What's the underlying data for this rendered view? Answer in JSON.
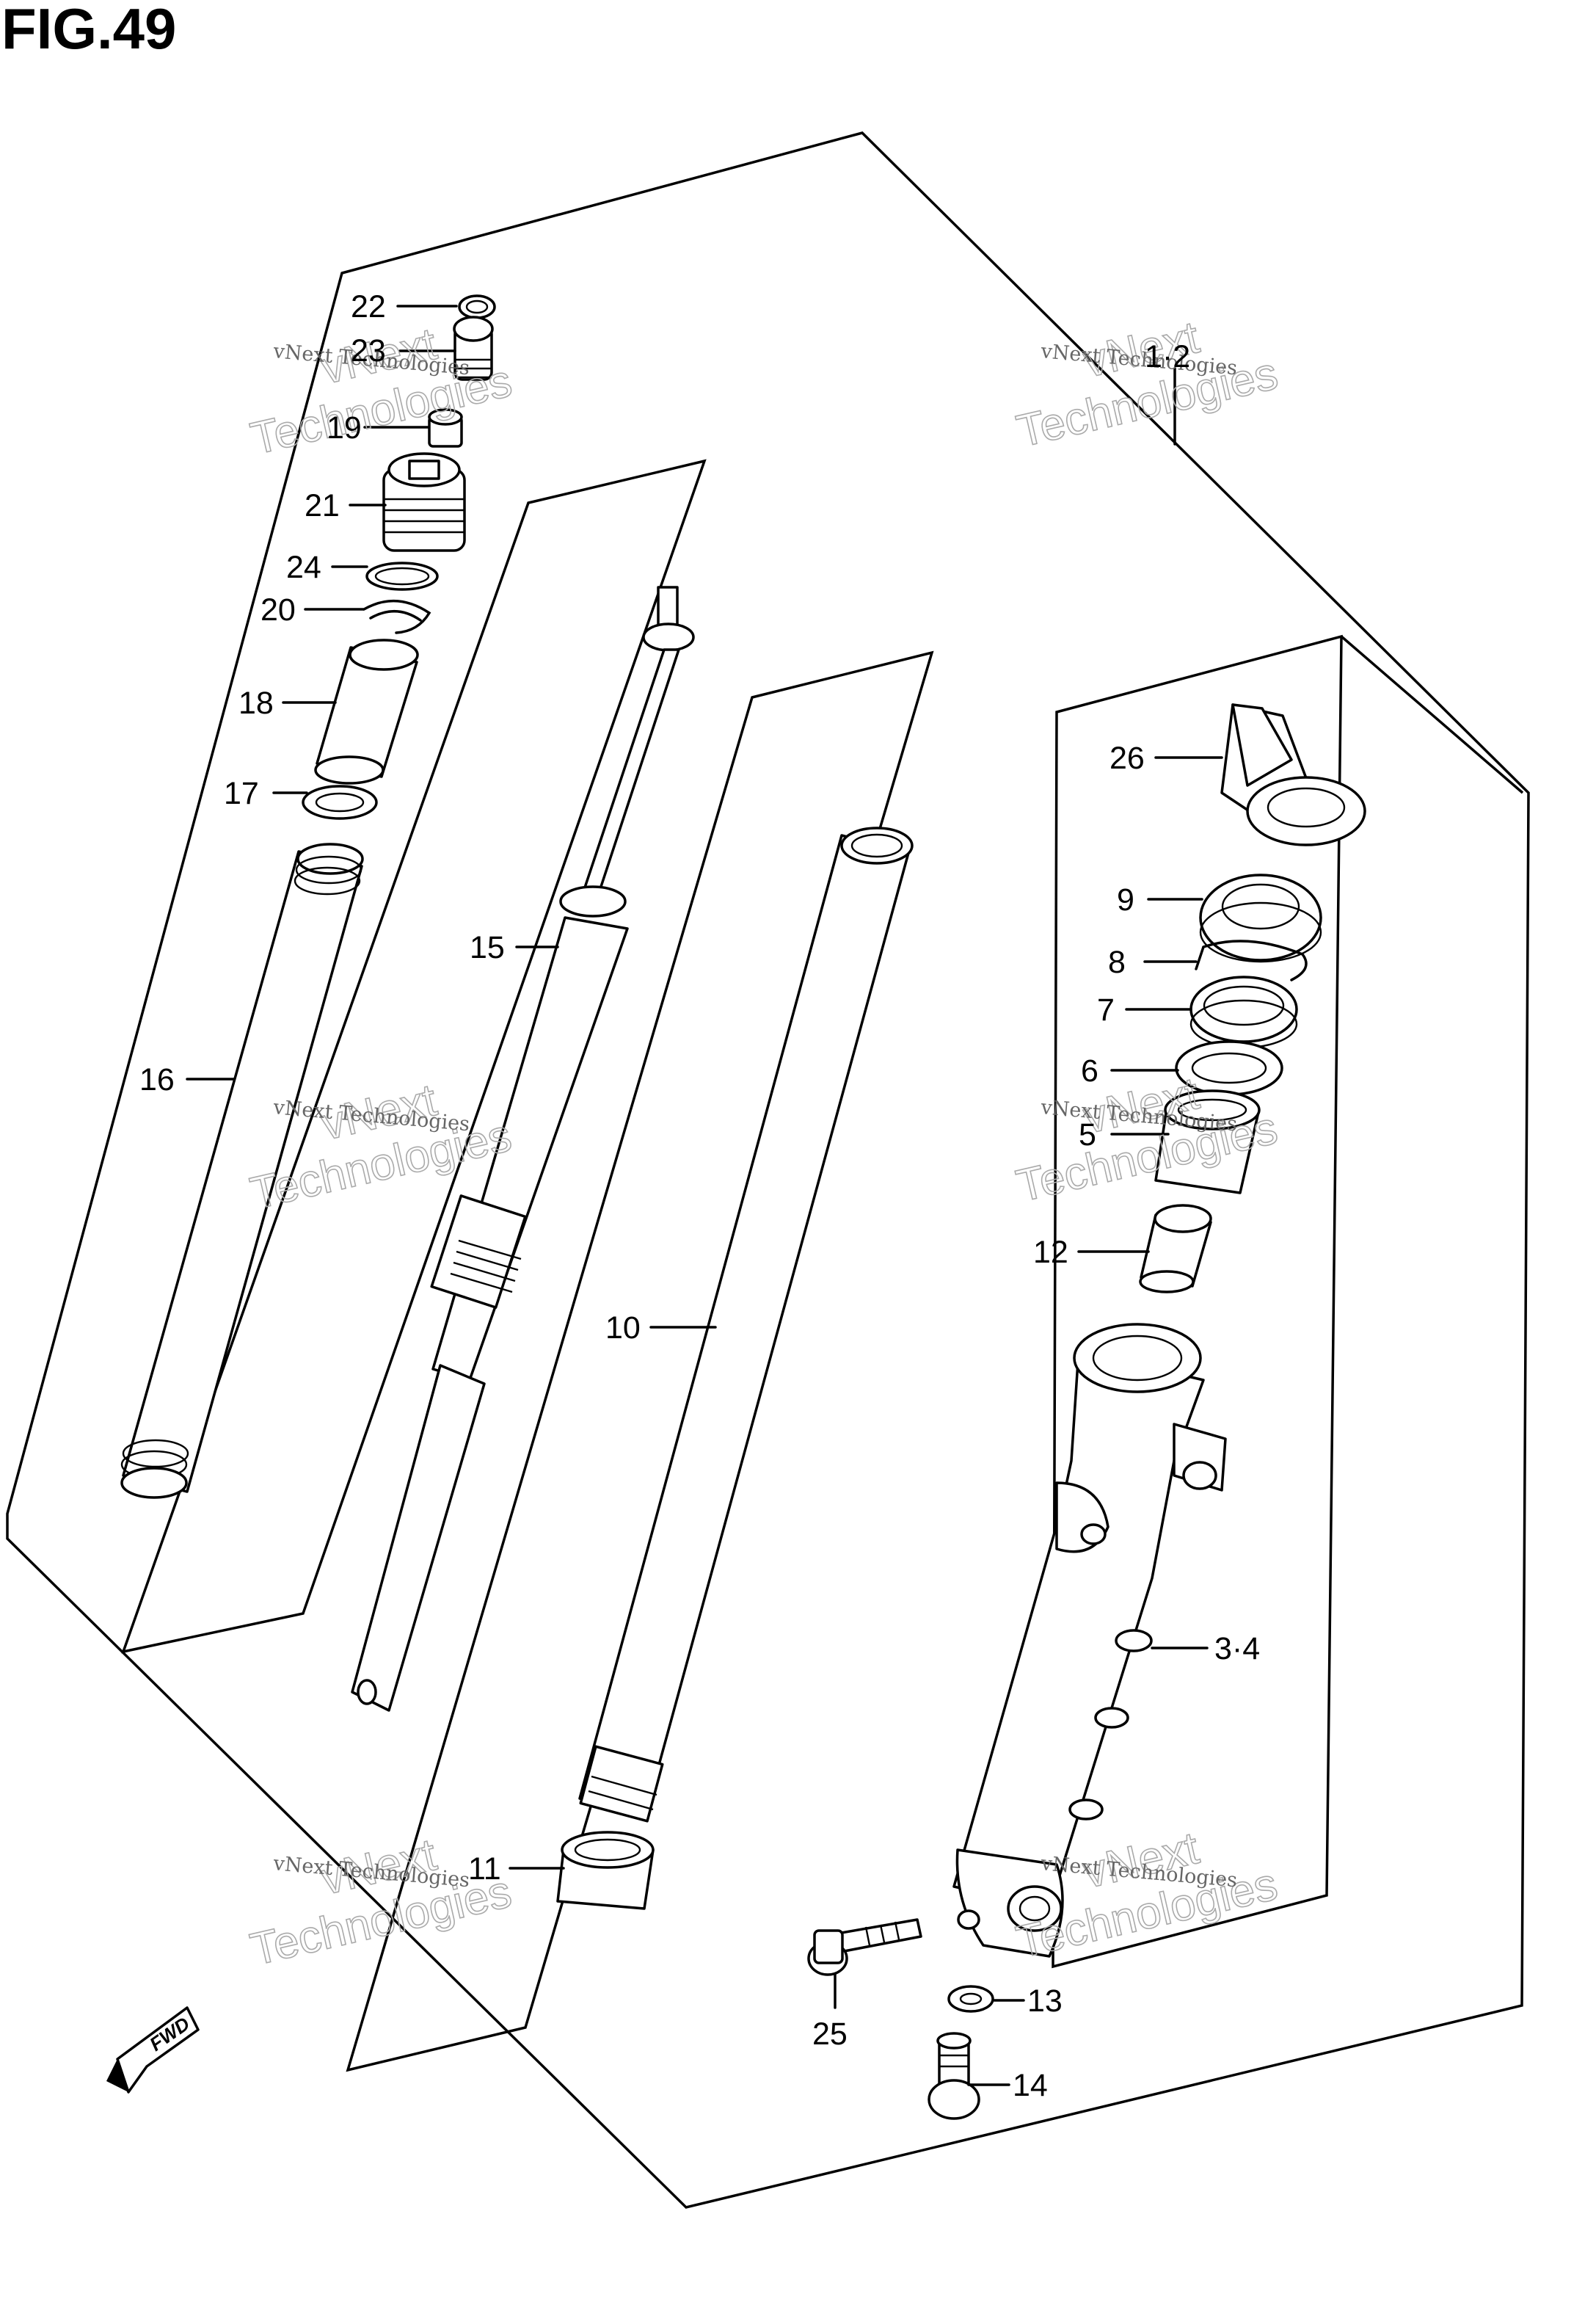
{
  "figure": {
    "title": "FIG.49"
  },
  "watermark": {
    "line1": "vNext Technologies",
    "line2a": "vNext",
    "line2b": "Technologies"
  },
  "fwd_label": "FWD",
  "callouts": [
    {
      "id": "22",
      "label": "22"
    },
    {
      "id": "23",
      "label": "23"
    },
    {
      "id": "19",
      "label": "19"
    },
    {
      "id": "21",
      "label": "21"
    },
    {
      "id": "24",
      "label": "24"
    },
    {
      "id": "20",
      "label": "20"
    },
    {
      "id": "18",
      "label": "18"
    },
    {
      "id": "17",
      "label": "17"
    },
    {
      "id": "16",
      "label": "16"
    },
    {
      "id": "15",
      "label": "15"
    },
    {
      "id": "10",
      "label": "10"
    },
    {
      "id": "11",
      "label": "11"
    },
    {
      "id": "1-2",
      "label": "1·2"
    },
    {
      "id": "26",
      "label": "26"
    },
    {
      "id": "9",
      "label": "9"
    },
    {
      "id": "8",
      "label": "8"
    },
    {
      "id": "7",
      "label": "7"
    },
    {
      "id": "6",
      "label": "6"
    },
    {
      "id": "5",
      "label": "5"
    },
    {
      "id": "12",
      "label": "12"
    },
    {
      "id": "3-4",
      "label": "3·4"
    },
    {
      "id": "13",
      "label": "13"
    },
    {
      "id": "14",
      "label": "14"
    },
    {
      "id": "25",
      "label": "25"
    }
  ]
}
